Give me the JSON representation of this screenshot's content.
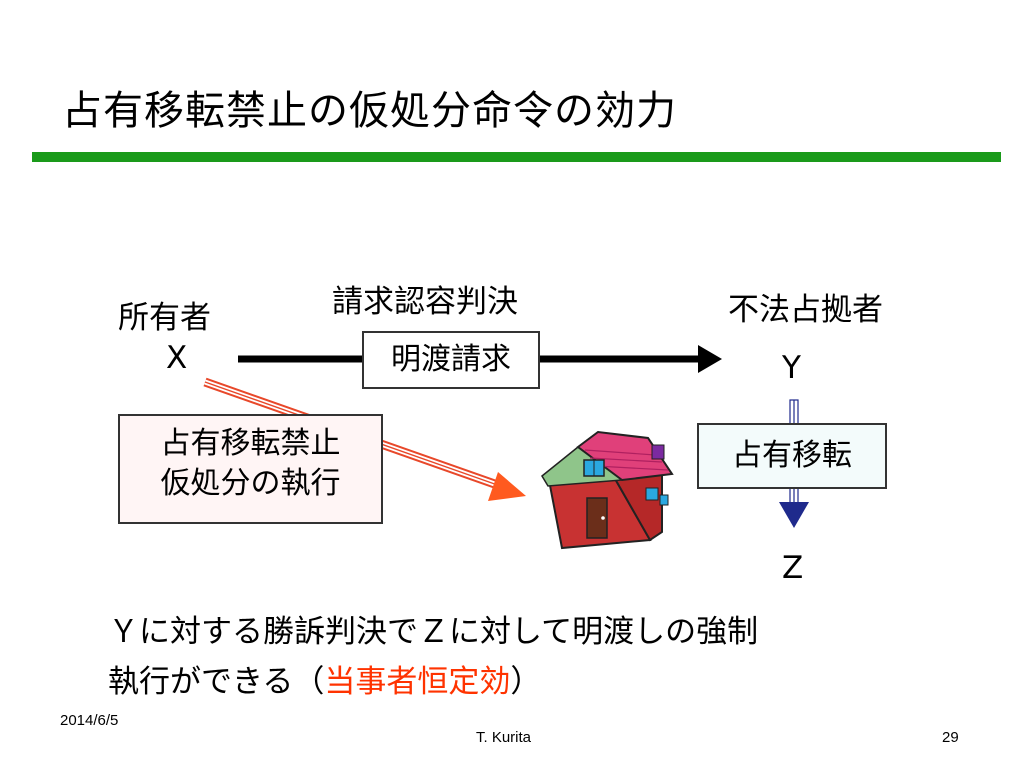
{
  "slide": {
    "title": "占有移転禁止の仮処分命令の効力",
    "accent_color": "#1a9a1a"
  },
  "diagram": {
    "owner_label": "所有者",
    "owner_letter": "X",
    "judgment_label": "請求認容判決",
    "demand_box": "明渡請求",
    "occupier_label": "不法占拠者",
    "occupier_letter": "Y",
    "order_box_line1": "占有移転禁止",
    "order_box_line2": "仮処分の執行",
    "transfer_box": "占有移転",
    "transferee_letter": "Z",
    "house_icon": "house-icon"
  },
  "footnote": {
    "line1": "Ｙに対する勝訴判決でＺに対して明渡しの強制",
    "line2_prefix": "執行ができる（",
    "line2_highlight": "当事者恒定効",
    "line2_suffix": "）",
    "highlight_color": "#ff3300"
  },
  "footer": {
    "date": "2014/6/5",
    "author": "T. Kurita",
    "page": "29"
  }
}
